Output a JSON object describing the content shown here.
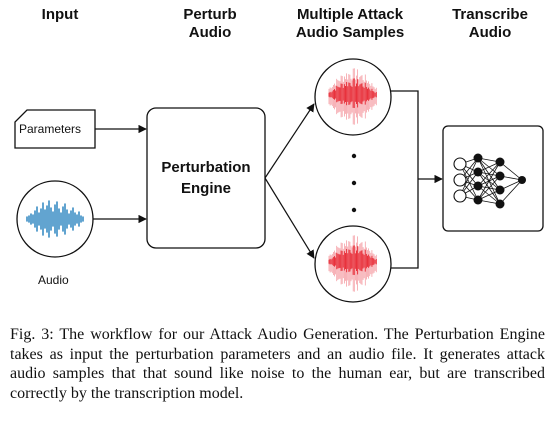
{
  "headers": {
    "input": [
      "Input"
    ],
    "perturb": [
      "Perturb",
      "Audio"
    ],
    "multiple": [
      "Multiple Attack",
      "Audio Samples"
    ],
    "transcribe": [
      "Transcribe",
      "Audio"
    ]
  },
  "nodes": {
    "parameters_label": "Parameters",
    "audio_label": "Audio",
    "engine_label": [
      "Perturbation",
      "Engine"
    ]
  },
  "colors": {
    "audio_wave": "#2f86c0",
    "attack_wave": "#e8323c",
    "attack_wave_light": "#f5a0a6",
    "stroke": "#111111"
  },
  "icons": [
    "document-icon",
    "audio-waveform-icon",
    "attack-audio-icon",
    "neural-network-icon"
  ],
  "caption": "Fig. 3: The workflow for our Attack Audio Generation. The Perturbation Engine takes as input the perturbation parameters and an audio file. It generates attack audio samples that that sound like noise to the human ear, but are transcribed correctly by the transcription model."
}
